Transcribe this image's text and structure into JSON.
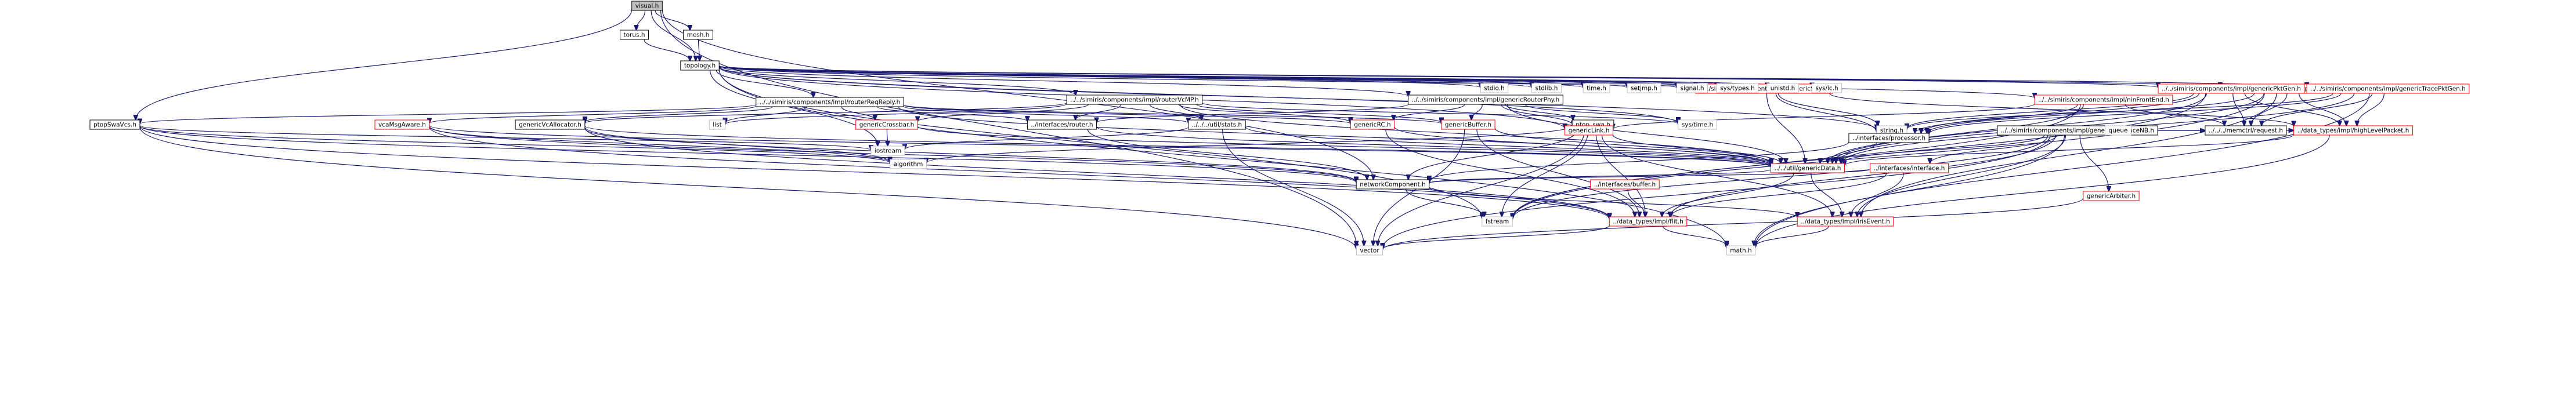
{
  "colors": {
    "edge": "#191970",
    "linked_border": "#000000",
    "external_border": "#bfbfbf",
    "unresolved_border": "#ff0000",
    "root_fill": "#bfbfbf"
  },
  "nodes": [
    {
      "id": "visual",
      "label": "visual.h",
      "kind": "root"
    },
    {
      "id": "torus",
      "label": "torus.h",
      "kind": "linked"
    },
    {
      "id": "mesh",
      "label": "mesh.h",
      "kind": "linked"
    },
    {
      "id": "topology",
      "label": "topology.h",
      "kind": "linked"
    },
    {
      "id": "routerReqReply",
      "label": "../../simiris/components/impl/routerReqReply.h",
      "kind": "linked"
    },
    {
      "id": "routerVcMP",
      "label": "../../simiris/components/impl/routerVcMP.h",
      "kind": "linked"
    },
    {
      "id": "genericRouterPhy",
      "label": "../../simiris/components/impl/genericRouterPhy.h",
      "kind": "linked"
    },
    {
      "id": "genericSink",
      "label": "../../simiris/components/impl/genericSink.h",
      "kind": "unresolved"
    },
    {
      "id": "ninFrontEnd",
      "label": "../../simiris/components/impl/ninFrontEnd.h",
      "kind": "unresolved"
    },
    {
      "id": "genericFlatMc",
      "label": "../../simiris/components/impl/genericFlatMc.h",
      "kind": "unresolved"
    },
    {
      "id": "genericPktGen",
      "label": "../../simiris/components/impl/genericPktGen.h",
      "kind": "unresolved"
    },
    {
      "id": "genericTracePktGen",
      "label": "../../simiris/components/impl/genericTracePktGen.h",
      "kind": "unresolved"
    },
    {
      "id": "genericInterfaceNB",
      "label": "../../simiris/components/impl/genericInterfaceNB.h",
      "kind": "linked"
    },
    {
      "id": "stdio",
      "label": "stdio.h",
      "kind": "external"
    },
    {
      "id": "stdlib",
      "label": "stdlib.h",
      "kind": "external"
    },
    {
      "id": "time",
      "label": "time.h",
      "kind": "external"
    },
    {
      "id": "setjmp",
      "label": "setjmp.h",
      "kind": "external"
    },
    {
      "id": "signal",
      "label": "signal.h",
      "kind": "external"
    },
    {
      "id": "systypes",
      "label": "sys/types.h",
      "kind": "external"
    },
    {
      "id": "unistd",
      "label": "unistd.h",
      "kind": "external"
    },
    {
      "id": "sysic",
      "label": "sys/ic.h",
      "kind": "external"
    },
    {
      "id": "string",
      "label": "string.h",
      "kind": "external"
    },
    {
      "id": "ptopSwaVcs",
      "label": "ptopSwaVcs.h",
      "kind": "linked"
    },
    {
      "id": "vcaMsgAware",
      "label": "vcaMsgAware.h",
      "kind": "unresolved"
    },
    {
      "id": "genericVcAllocator",
      "label": "genericVcAllocator.h",
      "kind": "linked"
    },
    {
      "id": "list",
      "label": "list",
      "kind": "external"
    },
    {
      "id": "genericCrossbar",
      "label": "genericCrossbar.h",
      "kind": "unresolved"
    },
    {
      "id": "ifRouter",
      "label": "../interfaces/router.h",
      "kind": "linked"
    },
    {
      "id": "simIrisStats",
      "label": "../../../util/stats.h",
      "kind": "linked"
    },
    {
      "id": "genericRC",
      "label": "genericRC.h",
      "kind": "unresolved"
    },
    {
      "id": "genericBuffer",
      "label": "genericBuffer.h",
      "kind": "unresolved"
    },
    {
      "id": "ptopSwa",
      "label": "ptop_swa.h",
      "kind": "linked"
    },
    {
      "id": "systime",
      "label": "sys/time.h",
      "kind": "external"
    },
    {
      "id": "genericLink",
      "label": "genericLink.h",
      "kind": "unresolved"
    },
    {
      "id": "ifProcessor",
      "label": "../interfaces/processor.h",
      "kind": "linked"
    },
    {
      "id": "queue",
      "label": "queue",
      "kind": "external"
    },
    {
      "id": "memctrlRequest",
      "label": "../../../memctrl/request.h",
      "kind": "linked"
    },
    {
      "id": "highLevelPacket",
      "label": "../data_types/impl/highLevelPacket.h",
      "kind": "unresolved"
    },
    {
      "id": "iostream",
      "label": "iostream",
      "kind": "external"
    },
    {
      "id": "algorithm",
      "label": "algorithm",
      "kind": "external"
    },
    {
      "id": "genericData",
      "label": "../../util/genericData.h",
      "kind": "unresolved"
    },
    {
      "id": "ifInterface",
      "label": "../interfaces/interface.h",
      "kind": "unresolved"
    },
    {
      "id": "networkComponent",
      "label": "networkComponent.h",
      "kind": "linked"
    },
    {
      "id": "ifBuffer",
      "label": "../interfaces/buffer.h",
      "kind": "unresolved"
    },
    {
      "id": "genericArbiter",
      "label": "genericArbiter.h",
      "kind": "unresolved"
    },
    {
      "id": "fstream",
      "label": "fstream",
      "kind": "external"
    },
    {
      "id": "flit",
      "label": "../data_types/impl/flit.h",
      "kind": "unresolved"
    },
    {
      "id": "irisEvent",
      "label": "../data_types/impl/irisEvent.h",
      "kind": "unresolved"
    },
    {
      "id": "vector",
      "label": "vector",
      "kind": "external"
    },
    {
      "id": "math",
      "label": "math.h",
      "kind": "external"
    }
  ],
  "edges": [
    [
      "visual",
      "torus"
    ],
    [
      "visual",
      "mesh"
    ],
    [
      "visual",
      "topology"
    ],
    [
      "visual",
      "ptopSwaVcs"
    ],
    [
      "visual",
      "networkComponent"
    ],
    [
      "visual",
      "vector"
    ],
    [
      "torus",
      "topology"
    ],
    [
      "mesh",
      "topology"
    ],
    [
      "topology",
      "routerReqReply"
    ],
    [
      "topology",
      "routerVcMP"
    ],
    [
      "topology",
      "genericRouterPhy"
    ],
    [
      "topology",
      "genericSink"
    ],
    [
      "topology",
      "ninFrontEnd"
    ],
    [
      "topology",
      "genericFlatMc"
    ],
    [
      "topology",
      "genericPktGen"
    ],
    [
      "topology",
      "genericTracePktGen"
    ],
    [
      "topology",
      "stdio"
    ],
    [
      "topology",
      "stdlib"
    ],
    [
      "topology",
      "time"
    ],
    [
      "topology",
      "setjmp"
    ],
    [
      "topology",
      "signal"
    ],
    [
      "topology",
      "systypes"
    ],
    [
      "topology",
      "unistd"
    ],
    [
      "topology",
      "sysic"
    ],
    [
      "topology",
      "string"
    ],
    [
      "topology",
      "systime"
    ],
    [
      "topology",
      "genericLink"
    ],
    [
      "topology",
      "fstream"
    ],
    [
      "topology",
      "iostream"
    ],
    [
      "topology",
      "math"
    ],
    [
      "routerReqReply",
      "ptopSwaVcs"
    ],
    [
      "routerReqReply",
      "vcaMsgAware"
    ],
    [
      "routerReqReply",
      "genericVcAllocator"
    ],
    [
      "routerReqReply",
      "genericCrossbar"
    ],
    [
      "routerReqReply",
      "ifRouter"
    ],
    [
      "routerReqReply",
      "simIrisStats"
    ],
    [
      "routerReqReply",
      "genericRC"
    ],
    [
      "routerReqReply",
      "genericBuffer"
    ],
    [
      "routerReqReply",
      "list"
    ],
    [
      "routerReqReply",
      "genericData"
    ],
    [
      "routerVcMP",
      "genericCrossbar"
    ],
    [
      "routerVcMP",
      "ifRouter"
    ],
    [
      "routerVcMP",
      "simIrisStats"
    ],
    [
      "routerVcMP",
      "genericRC"
    ],
    [
      "routerVcMP",
      "genericBuffer"
    ],
    [
      "routerVcMP",
      "genericVcAllocator"
    ],
    [
      "routerVcMP",
      "list"
    ],
    [
      "routerVcMP",
      "systime"
    ],
    [
      "routerVcMP",
      "genericData"
    ],
    [
      "genericRouterPhy",
      "genericRC"
    ],
    [
      "genericRouterPhy",
      "genericBuffer"
    ],
    [
      "genericRouterPhy",
      "ptopSwa"
    ],
    [
      "genericRouterPhy",
      "systime"
    ],
    [
      "genericRouterPhy",
      "genericLink"
    ],
    [
      "genericRouterPhy",
      "ifRouter"
    ],
    [
      "genericRouterPhy",
      "genericData"
    ],
    [
      "genericSink",
      "ifProcessor"
    ],
    [
      "genericSink",
      "highLevelPacket"
    ],
    [
      "genericSink",
      "genericData"
    ],
    [
      "genericSink",
      "string"
    ],
    [
      "ninFrontEnd",
      "ifProcessor"
    ],
    [
      "ninFrontEnd",
      "memctrlRequest"
    ],
    [
      "ninFrontEnd",
      "genericData"
    ],
    [
      "ninFrontEnd",
      "genericLink"
    ],
    [
      "ninFrontEnd",
      "fstream"
    ],
    [
      "genericFlatMc",
      "ifProcessor"
    ],
    [
      "genericFlatMc",
      "highLevelPacket"
    ],
    [
      "genericFlatMc",
      "memctrlRequest"
    ],
    [
      "genericFlatMc",
      "genericData"
    ],
    [
      "genericFlatMc",
      "fstream"
    ],
    [
      "genericFlatMc",
      "irisEvent"
    ],
    [
      "genericPktGen",
      "ifProcessor"
    ],
    [
      "genericPktGen",
      "highLevelPacket"
    ],
    [
      "genericPktGen",
      "memctrlRequest"
    ],
    [
      "genericPktGen",
      "genericData"
    ],
    [
      "genericPktGen",
      "fstream"
    ],
    [
      "genericPktGen",
      "string"
    ],
    [
      "genericTracePktGen",
      "ifProcessor"
    ],
    [
      "genericTracePktGen",
      "highLevelPacket"
    ],
    [
      "genericTracePktGen",
      "memctrlRequest"
    ],
    [
      "genericTracePktGen",
      "genericData"
    ],
    [
      "genericTracePktGen",
      "math"
    ],
    [
      "genericTracePktGen",
      "string"
    ],
    [
      "genericInterfaceNB",
      "ifInterface"
    ],
    [
      "genericInterfaceNB",
      "genericData"
    ],
    [
      "genericInterfaceNB",
      "highLevelPacket"
    ],
    [
      "genericInterfaceNB",
      "queue"
    ],
    [
      "genericInterfaceNB",
      "genericArbiter"
    ],
    [
      "genericInterfaceNB",
      "flit"
    ],
    [
      "genericInterfaceNB",
      "irisEvent"
    ],
    [
      "genericInterfaceNB",
      "fstream"
    ],
    [
      "genericInterfaceNB",
      "vector"
    ],
    [
      "genericInterfaceNB",
      "math"
    ],
    [
      "genericInterfaceNB",
      "memctrlRequest"
    ],
    [
      "ptopSwaVcs",
      "networkComponent"
    ],
    [
      "ptopSwaVcs",
      "iostream"
    ],
    [
      "ptopSwaVcs",
      "algorithm"
    ],
    [
      "ptopSwaVcs",
      "vector"
    ],
    [
      "ptopSwaVcs",
      "flit"
    ],
    [
      "vcaMsgAware",
      "networkComponent"
    ],
    [
      "vcaMsgAware",
      "algorithm"
    ],
    [
      "vcaMsgAware",
      "flit"
    ],
    [
      "vcaMsgAware",
      "genericData"
    ],
    [
      "genericVcAllocator",
      "networkComponent"
    ],
    [
      "genericVcAllocator",
      "algorithm"
    ],
    [
      "genericVcAllocator",
      "genericData"
    ],
    [
      "genericVcAllocator",
      "flit"
    ],
    [
      "genericCrossbar",
      "iostream"
    ],
    [
      "genericCrossbar",
      "genericData"
    ],
    [
      "ifRouter",
      "networkComponent"
    ],
    [
      "ifRouter",
      "genericData"
    ],
    [
      "simIrisStats",
      "iostream"
    ],
    [
      "simIrisStats",
      "vector"
    ],
    [
      "simIrisStats",
      "genericData"
    ],
    [
      "genericRC",
      "genericData"
    ],
    [
      "genericRC",
      "flit"
    ],
    [
      "genericBuffer",
      "genericData"
    ],
    [
      "genericBuffer",
      "flit"
    ],
    [
      "genericBuffer",
      "vector"
    ],
    [
      "ptopSwa",
      "networkComponent"
    ],
    [
      "ptopSwa",
      "algorithm"
    ],
    [
      "ptopSwa",
      "flit"
    ],
    [
      "ptopSwa",
      "vector"
    ],
    [
      "ptopSwa",
      "fstream"
    ],
    [
      "genericLink",
      "genericData"
    ],
    [
      "genericLink",
      "irisEvent"
    ],
    [
      "ifProcessor",
      "networkComponent"
    ],
    [
      "ifProcessor",
      "genericData"
    ],
    [
      "highLevelPacket",
      "genericData"
    ],
    [
      "highLevelPacket",
      "math"
    ],
    [
      "genericData",
      "networkComponent"
    ],
    [
      "genericData",
      "flit"
    ],
    [
      "genericData",
      "irisEvent"
    ],
    [
      "ifInterface",
      "networkComponent"
    ],
    [
      "ifInterface",
      "flit"
    ],
    [
      "ifInterface",
      "irisEvent"
    ],
    [
      "networkComponent",
      "fstream"
    ],
    [
      "networkComponent",
      "irisEvent"
    ],
    [
      "ifBuffer",
      "flit"
    ],
    [
      "genericArbiter",
      "vector"
    ],
    [
      "flit",
      "vector"
    ],
    [
      "flit",
      "math"
    ],
    [
      "irisEvent",
      "math"
    ]
  ]
}
